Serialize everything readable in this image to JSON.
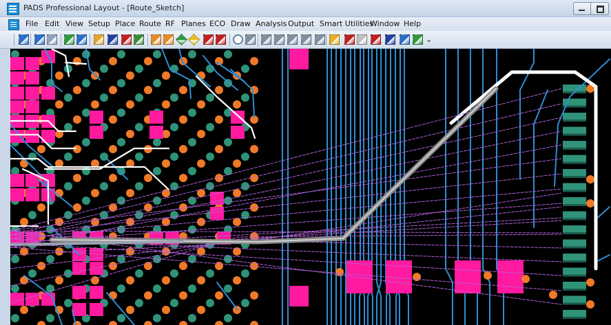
{
  "window": {
    "title": "PADS Professional Layout - [Route_Sketch]"
  },
  "menu": [
    {
      "label": "File"
    },
    {
      "label": "Edit"
    },
    {
      "label": "View"
    },
    {
      "label": "Setup"
    },
    {
      "label": "Place"
    },
    {
      "label": "Route"
    },
    {
      "label": "RF"
    },
    {
      "label": "Planes"
    },
    {
      "label": "ECO"
    },
    {
      "label": "Draw"
    },
    {
      "label": "Analysis"
    },
    {
      "label": "Output"
    },
    {
      "label": "Smart Utilities"
    },
    {
      "label": "Window"
    },
    {
      "label": "Help"
    }
  ],
  "toolbar": {
    "buttons": [
      {
        "icon": "save-icon",
        "color": "#2a6fc9"
      },
      {
        "icon": "undo-icon",
        "color": "#2a6fc9"
      },
      {
        "icon": "redo-icon",
        "color": "#8ea3c0"
      },
      {
        "icon": "fit-board-icon",
        "color": "#2e9a3c"
      },
      {
        "icon": "zoom-extents-icon",
        "color": "#2a6fc9"
      },
      {
        "icon": "select-icon",
        "color": "#e8a62a"
      },
      {
        "icon": "place-part-icon",
        "color": "#2040a0"
      },
      {
        "icon": "route-icon",
        "color": "#c02020"
      },
      {
        "icon": "plow-icon",
        "color": "#3a8c3a"
      },
      {
        "icon": "component-icon",
        "color": "#e88a20"
      },
      {
        "icon": "sketch-icon",
        "color": "#e88a20"
      },
      {
        "icon": "diamond-green-icon",
        "color": "#2e9a3c"
      },
      {
        "icon": "diamond-yellow-icon",
        "color": "#e8c020"
      },
      {
        "icon": "drc-icon",
        "color": "#c02020"
      },
      {
        "icon": "drc-check-icon",
        "color": "#c02020"
      },
      {
        "icon": "search-icon",
        "color": "#6080a0"
      },
      {
        "icon": "properties-icon",
        "color": "#8090a0"
      },
      {
        "icon": "lock-icon",
        "color": "#8090a0"
      },
      {
        "icon": "unlock-icon",
        "color": "#8090a0"
      },
      {
        "icon": "cross-probe-icon",
        "color": "#8090a0"
      },
      {
        "icon": "grid-icon",
        "color": "#8090a0"
      },
      {
        "icon": "grid-fine-icon",
        "color": "#8090a0"
      },
      {
        "icon": "sketch-route-icon",
        "color": "#e8b020"
      },
      {
        "icon": "flip-icon",
        "color": "#c02020"
      },
      {
        "icon": "tune-icon",
        "color": "#c0c0c0"
      },
      {
        "icon": "layer-icon",
        "color": "#c02020"
      },
      {
        "icon": "display-icon",
        "color": "#2040a0"
      },
      {
        "icon": "refresh-icon",
        "color": "#2a6fc9"
      },
      {
        "icon": "export-icon",
        "color": "#2e9a3c"
      }
    ],
    "overflow": "⌄"
  },
  "pcb_colors": {
    "background": "#000000",
    "pad_teal": "#2f9279",
    "via_orange": "#f07a28",
    "pad_pink": "#ff1aa0",
    "trace_blue": "#2e8ed6",
    "trace_white": "#ffffff",
    "ratsnest": "#b060d8"
  }
}
